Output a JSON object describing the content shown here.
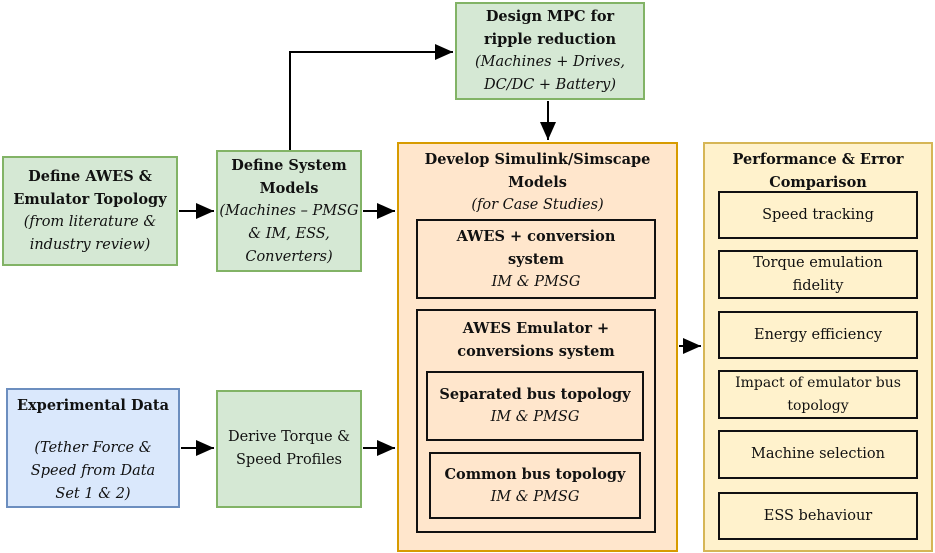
{
  "mpc": {
    "title": "Design MPC for ripple reduction",
    "detail": "(Machines + Drives, DC/DC + Battery)"
  },
  "define_awes": {
    "title": "Define AWES & Emulator Topology",
    "detail": "(from literature & industry review)"
  },
  "define_system": {
    "title": "Define System Models",
    "detail": "(Machines – PMSG & IM, ESS, Converters)"
  },
  "experimental": {
    "title": "Experimental Data",
    "detail": "(Tether Force & Speed from Data Set 1 & 2)"
  },
  "derive": {
    "title": "Derive Torque & Speed Profiles"
  },
  "develop": {
    "title": "Develop Simulink/Simscape Models",
    "detail": "(for Case Studies)",
    "awes_conversion": {
      "title": "AWES + conversion system",
      "detail": "IM & PMSG"
    },
    "emulator": {
      "title": "AWES Emulator + conversions system",
      "separated": {
        "title": "Separated bus topology",
        "detail": "IM & PMSG"
      },
      "common": {
        "title": "Common bus topology",
        "detail": "IM & PMSG"
      }
    }
  },
  "performance": {
    "title": "Performance & Error Comparison",
    "items": [
      "Speed tracking",
      "Torque emulation fidelity",
      "Energy efficiency",
      "Impact of emulator bus topology",
      "Machine selection",
      "ESS behaviour"
    ]
  },
  "colors": {
    "green": "#d5e8d4",
    "blue": "#dae8fc",
    "orange": "#ffe6cc",
    "yellow": "#fff2cc"
  }
}
